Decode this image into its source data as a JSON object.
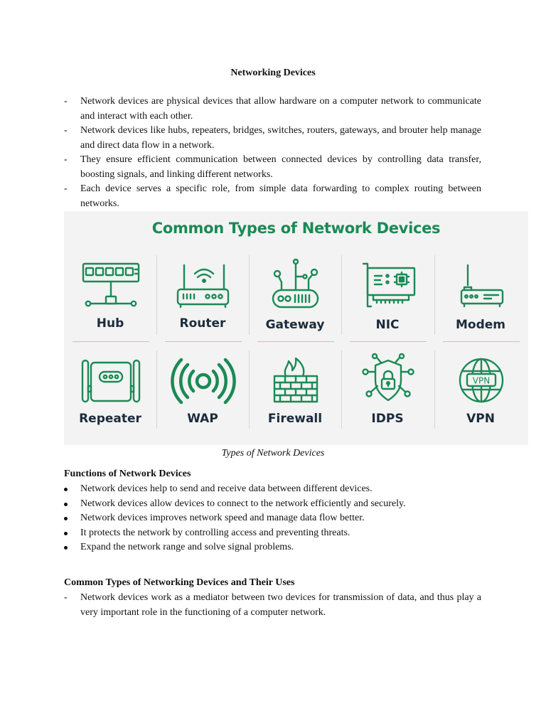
{
  "page_title": "Networking Devices",
  "intro_list": {
    "marker": "-",
    "items": [
      "Network devices are physical devices that allow hardware on a computer network to communicate and interact with each other.",
      "Network devices like hubs, repeaters, bridges, switches, routers, gateways, and brouter help manage and direct data flow in a network.",
      "They ensure efficient communication between connected devices by controlling data transfer, boosting signals, and linking different networks.",
      "Each device serves a specific role, from simple data forwarding to complex routing between networks."
    ]
  },
  "infographic": {
    "title": "Common Types of Network Devices",
    "accent_color": "#1a8a55",
    "label_color": "#1b2b3c",
    "devices": [
      {
        "label": "Hub",
        "icon": "hub-icon"
      },
      {
        "label": "Router",
        "icon": "router-icon"
      },
      {
        "label": "Gateway",
        "icon": "gateway-icon"
      },
      {
        "label": "NIC",
        "icon": "nic-icon"
      },
      {
        "label": "Modem",
        "icon": "modem-icon"
      },
      {
        "label": "Repeater",
        "icon": "repeater-icon"
      },
      {
        "label": "WAP",
        "icon": "wap-icon"
      },
      {
        "label": "Firewall",
        "icon": "firewall-icon"
      },
      {
        "label": "IDPS",
        "icon": "idps-icon"
      },
      {
        "label": "VPN",
        "icon": "vpn-icon"
      }
    ],
    "vpn_badge": "VPN"
  },
  "caption": "Types of Network Devices",
  "functions": {
    "heading": "Functions of Network Devices",
    "items": [
      "Network devices help to send and receive data between different devices.",
      "Network devices allow devices to connect to the network efficiently and securely.",
      "Network devices improves network speed and manage data flow better.",
      "It protects the network by controlling access and preventing threats.",
      "Expand the network range and solve signal problems."
    ]
  },
  "uses": {
    "heading": "Common Types of Networking Devices and Their Uses",
    "marker": "-",
    "items": [
      "Network devices work as a mediator between two devices for transmission of data, and thus play a very important role in the functioning of a computer network."
    ]
  }
}
